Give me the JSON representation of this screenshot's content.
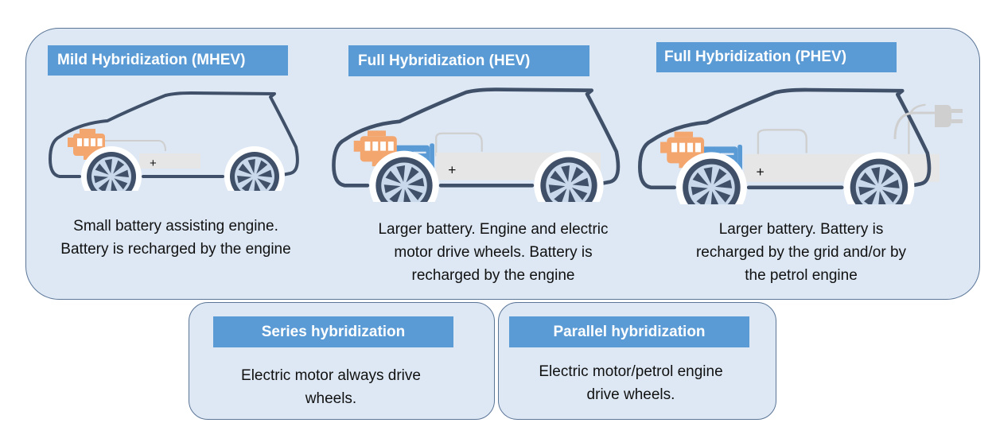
{
  "top_section": {
    "types": [
      {
        "title": "Mild Hybridization (MHEV)",
        "caption_lines": [
          "Small battery assisting engine.",
          "Battery is recharged by the engine"
        ]
      },
      {
        "title": "Full Hybridization (HEV)",
        "caption_lines": [
          "Larger battery. Engine and electric",
          "motor drive wheels. Battery is",
          "recharged by the engine"
        ]
      },
      {
        "title": "Full Hybridization (PHEV)",
        "caption_lines": [
          "Larger battery. Battery is",
          "recharged by the grid and/or by",
          "the petrol engine"
        ]
      }
    ]
  },
  "bottom_section": {
    "series": {
      "title": "Series hybridization",
      "text_lines": [
        "Electric motor always drive",
        "wheels."
      ]
    },
    "parallel": {
      "title": "Parallel hybridization",
      "text_lines": [
        "Electric motor/petrol engine",
        "drive wheels."
      ]
    }
  },
  "battery_symbol": "+",
  "colors": {
    "panel": "#dde8f4",
    "header": "#5b9bd5",
    "car_outline": "#3f5068",
    "engine": "#f4a66f",
    "motor": "#5b9bd5",
    "battery": "#e6e6e6"
  }
}
